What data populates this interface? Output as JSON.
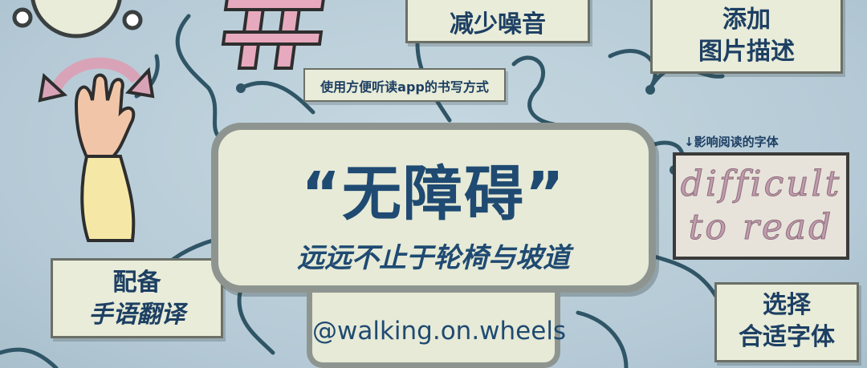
{
  "center": {
    "title": "“无障碍”",
    "subtitle": "远远不止于轮椅与坡道",
    "handle": "@walking.on.wheels"
  },
  "cards": {
    "reduce_noise": "减少噪音",
    "image_desc_line1": "添加",
    "image_desc_line2": "图片描述",
    "listen_app": "使用方便听读app的书写方式",
    "sign_line1": "配备",
    "sign_line2": "手语翻译",
    "font_line1": "选择",
    "font_line2": "合适字体"
  },
  "font_example": {
    "label": "↓影响阅读的字体",
    "line1": "difficult",
    "line2": "to read"
  },
  "colors": {
    "background": "#b9cdd8",
    "card": "#e8ecd8",
    "text": "#1f4a72",
    "vine": "#2f5566",
    "hashtag": "#e7a9bd"
  }
}
